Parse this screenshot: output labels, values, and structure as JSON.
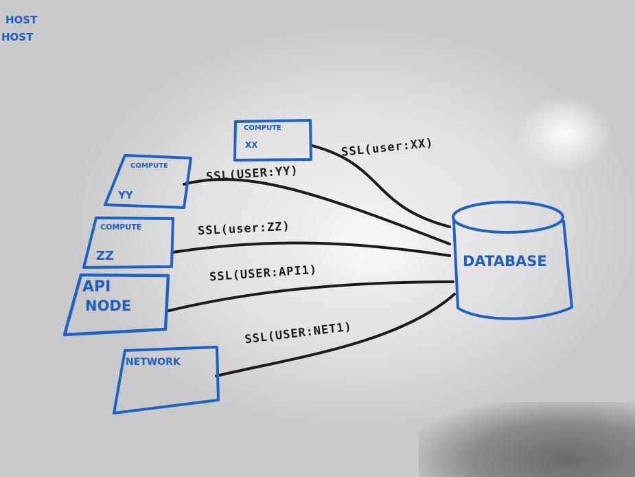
{
  "corner_notes": [
    "HOST",
    "HOST"
  ],
  "nodes": {
    "compute_xx": {
      "title": "COMPUTE",
      "name": "XX"
    },
    "compute_yy": {
      "title": "COMPUTE",
      "name": "YY"
    },
    "compute_zz": {
      "title": "COMPUTE",
      "name": "ZZ"
    },
    "api_node": {
      "line1": "API",
      "line2": "NODE"
    },
    "network": {
      "title": "NETWORK"
    },
    "database": {
      "title": "DATABASE"
    }
  },
  "connections": [
    {
      "from": "compute_xx",
      "to": "database",
      "label": "SSL(user:XX)"
    },
    {
      "from": "compute_yy",
      "to": "database",
      "label": "SSL(USER:YY)"
    },
    {
      "from": "compute_zz",
      "to": "database",
      "label": "SSL(user:ZZ)"
    },
    {
      "from": "api_node",
      "to": "database",
      "label": "SSL(USER:API1)"
    },
    {
      "from": "network",
      "to": "database",
      "label": "SSL(USER:NET1)"
    }
  ],
  "colors": {
    "marker_blue": "#1f63c2",
    "marker_black": "#1b1b1b",
    "board": "#e6e5e7"
  }
}
